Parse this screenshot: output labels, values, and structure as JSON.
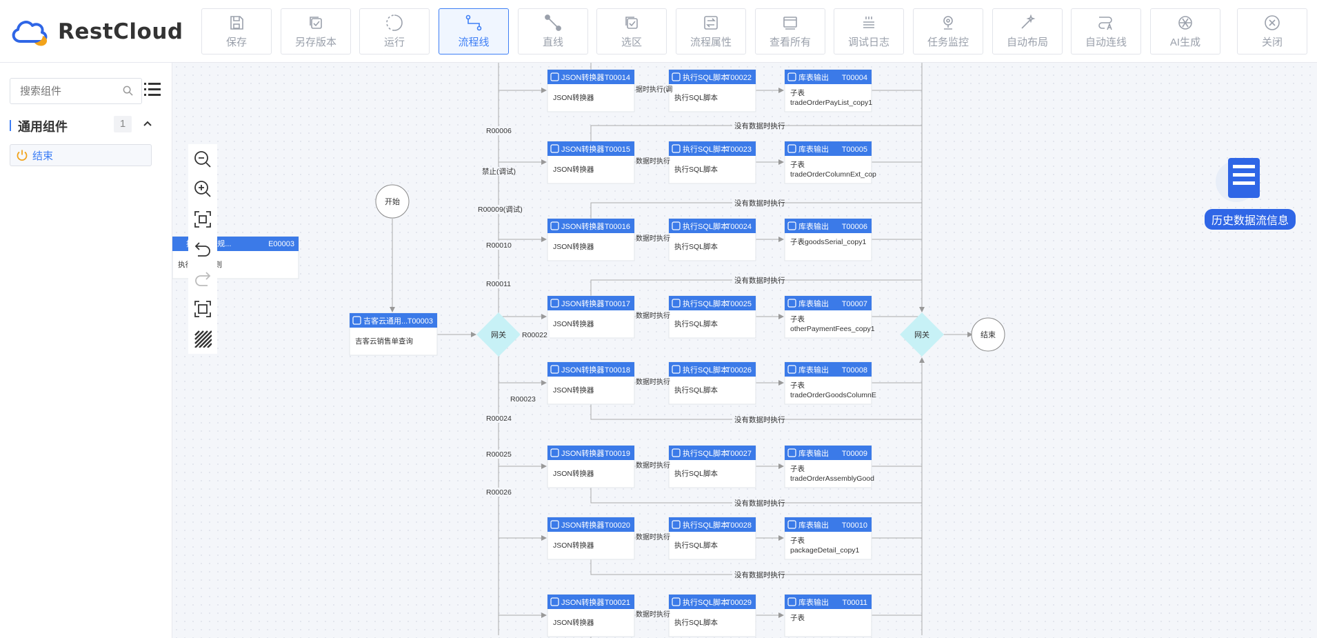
{
  "brand": {
    "name": "RestCloud"
  },
  "toolbar": {
    "save": "保存",
    "save_version": "另存版本",
    "run": "运行",
    "flow_line": "流程线",
    "straight_line": "直线",
    "select_area": "选区",
    "flow_props": "流程属性",
    "view_all": "查看所有",
    "debug_log": "调试日志",
    "task_monitor": "任务监控",
    "auto_layout": "自动布局",
    "auto_connect": "自动连线",
    "ai_generate": "AI生成",
    "close": "关闭",
    "active": "流程线"
  },
  "sidebar": {
    "search_placeholder": "搜索组件",
    "group_title": "通用组件",
    "group_count": "1",
    "items": [
      {
        "label": "结束"
      }
    ]
  },
  "canvas": {
    "start_label": "开始",
    "end_label": "结束",
    "gateway_left": "网关",
    "gateway_right": "网关",
    "history_label": "历史数据流信息",
    "java_node": {
      "title": "执行Java规...",
      "id": "E00003",
      "body": "执行Java规则"
    },
    "source_node": {
      "title": "吉客云通用...",
      "id": "T00003",
      "body": "吉客云销售单查询"
    },
    "edge_labels": {
      "r6": "R00006",
      "disabled": "禁止(调试)",
      "r9": "R00009(调试)",
      "r10": "R00010",
      "r11": "R00011",
      "r22": "R00022",
      "r23": "R00023",
      "r24": "R00024",
      "r25": "R00025",
      "r26": "R00026",
      "no_data": "没有数据时执行",
      "clip1": "据时执行(调",
      "clip2": "数据时执行"
    },
    "rows": [
      {
        "json": {
          "title": "JSON转换器",
          "id": "T00014",
          "body": "JSON转换器"
        },
        "sql": {
          "title": "执行SQL脚本",
          "id": "T00022",
          "body": "执行SQL脚本"
        },
        "out": {
          "title": "库表输出",
          "id": "T00004",
          "line1": "子表",
          "line2": "tradeOrderPayList_copy1"
        }
      },
      {
        "json": {
          "title": "JSON转换器",
          "id": "T00015",
          "body": "JSON转换器"
        },
        "sql": {
          "title": "执行SQL脚本",
          "id": "T00023",
          "body": "执行SQL脚本"
        },
        "out": {
          "title": "库表输出",
          "id": "T00005",
          "line1": "子表",
          "line2": "tradeOrderColumnExt_cop"
        }
      },
      {
        "json": {
          "title": "JSON转换器",
          "id": "T00016",
          "body": "JSON转换器"
        },
        "sql": {
          "title": "执行SQL脚本",
          "id": "T00024",
          "body": "执行SQL脚本"
        },
        "out": {
          "title": "库表输出",
          "id": "T00006",
          "line1": "子表goodsSerial_copy1",
          "line2": ""
        }
      },
      {
        "json": {
          "title": "JSON转换器",
          "id": "T00017",
          "body": "JSON转换器"
        },
        "sql": {
          "title": "执行SQL脚本",
          "id": "T00025",
          "body": "执行SQL脚本"
        },
        "out": {
          "title": "库表输出",
          "id": "T00007",
          "line1": "子表",
          "line2": "otherPaymentFees_copy1"
        }
      },
      {
        "json": {
          "title": "JSON转换器",
          "id": "T00018",
          "body": "JSON转换器"
        },
        "sql": {
          "title": "执行SQL脚本",
          "id": "T00026",
          "body": "执行SQL脚本"
        },
        "out": {
          "title": "库表输出",
          "id": "T00008",
          "line1": "子表",
          "line2": "tradeOrderGoodsColumnE"
        }
      },
      {
        "json": {
          "title": "JSON转换器",
          "id": "T00019",
          "body": "JSON转换器"
        },
        "sql": {
          "title": "执行SQL脚本",
          "id": "T00027",
          "body": "执行SQL脚本"
        },
        "out": {
          "title": "库表输出",
          "id": "T00009",
          "line1": "子表",
          "line2": "tradeOrderAssemblyGood"
        }
      },
      {
        "json": {
          "title": "JSON转换器",
          "id": "T00020",
          "body": "JSON转换器"
        },
        "sql": {
          "title": "执行SQL脚本",
          "id": "T00028",
          "body": "执行SQL脚本"
        },
        "out": {
          "title": "库表输出",
          "id": "T00010",
          "line1": "子表",
          "line2": "packageDetail_copy1"
        }
      },
      {
        "json": {
          "title": "JSON转换器",
          "id": "T00021",
          "body": "JSON转换器"
        },
        "sql": {
          "title": "执行SQL脚本",
          "id": "T00029",
          "body": "执行SQL脚本"
        },
        "out": {
          "title": "库表输出",
          "id": "T00011",
          "line1": "子表",
          "line2": ""
        }
      }
    ]
  },
  "colors": {
    "accent": "#3d7ef5",
    "node_header": "#3b7ae8",
    "gateway": "#c7f1f6",
    "history": "#2f66e6"
  }
}
